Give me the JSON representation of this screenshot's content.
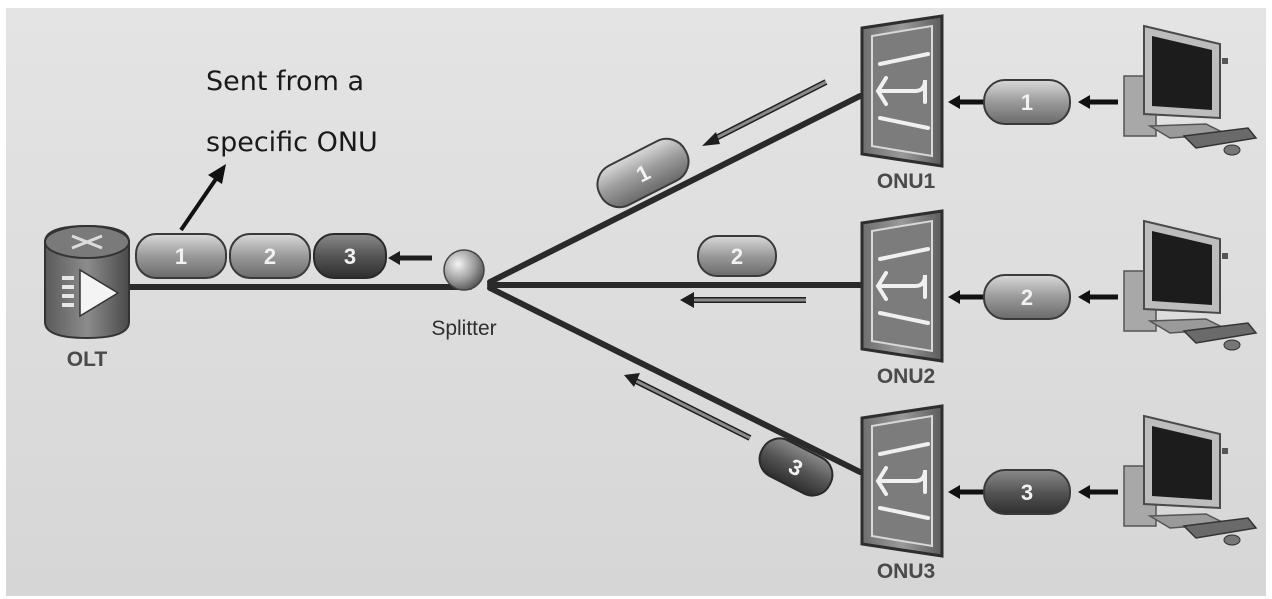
{
  "annotation": {
    "line1": "Sent from a",
    "line2": "specific ONU"
  },
  "olt": {
    "label": "OLT"
  },
  "splitter": {
    "label": "Splitter"
  },
  "onus": [
    {
      "label": "ONU1",
      "packet": "1"
    },
    {
      "label": "ONU2",
      "packet": "2"
    },
    {
      "label": "ONU3",
      "packet": "3"
    }
  ],
  "trunk_packets": [
    "1",
    "2",
    "3"
  ],
  "branch_packets": [
    "1",
    "2",
    "3"
  ]
}
